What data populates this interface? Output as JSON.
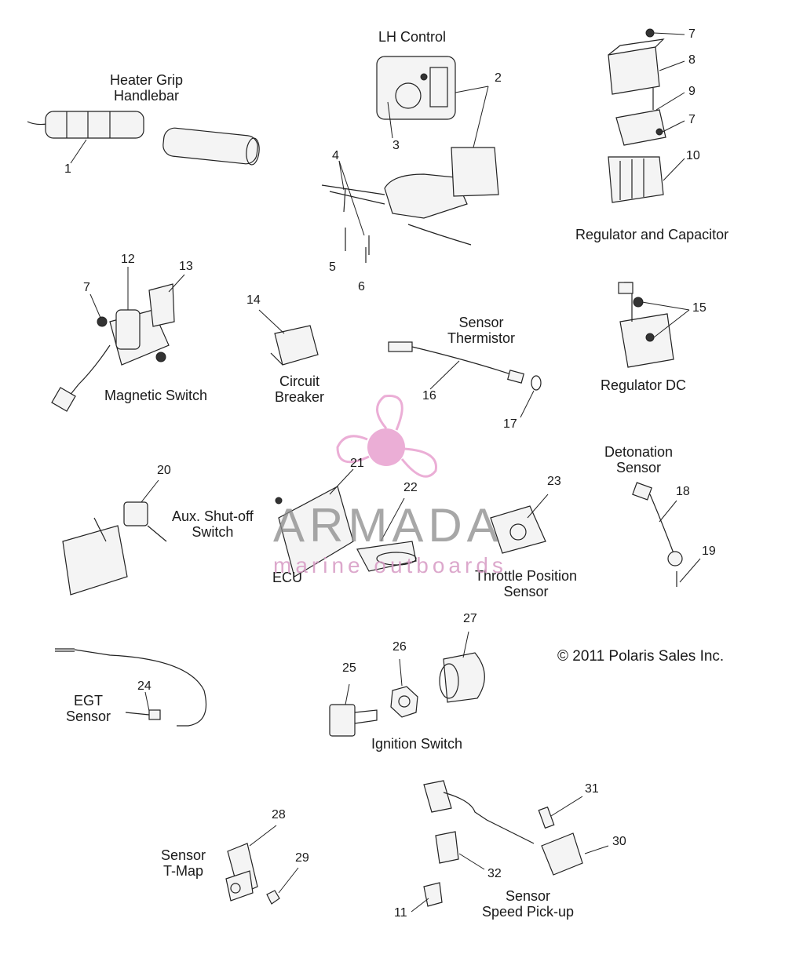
{
  "labels": {
    "heater_grip": "Heater Grip\nHandlebar",
    "lh_control": "LH Control",
    "regulator_capacitor": "Regulator and Capacitor",
    "magnetic_switch": "Magnetic Switch",
    "circuit_breaker": "Circuit\nBreaker",
    "sensor_thermistor": "Sensor\nThermistor",
    "regulator_dc": "Regulator DC",
    "detonation_sensor": "Detonation\nSensor",
    "aux_shutoff": "Aux. Shut-off\nSwitch",
    "ecu": "ECU",
    "throttle_position": "Throttle Position\nSensor",
    "egt_sensor": "EGT\nSensor",
    "ignition_switch": "Ignition Switch",
    "sensor_tmap": "Sensor\nT-Map",
    "speed_pickup": "Sensor\nSpeed Pick-up"
  },
  "copyright": "© 2011 Polaris Sales Inc.",
  "watermark": {
    "title": "ARMADA",
    "subtitle": "marine outboards",
    "color": "#e8a0cf"
  },
  "callouts": [
    "1",
    "2",
    "3",
    "4",
    "5",
    "6",
    "7",
    "8",
    "9",
    "7",
    "10",
    "12",
    "13",
    "7",
    "14",
    "15",
    "16",
    "17",
    "18",
    "19",
    "20",
    "21",
    "22",
    "23",
    "24",
    "25",
    "26",
    "27",
    "28",
    "29",
    "30",
    "31",
    "32",
    "11"
  ]
}
